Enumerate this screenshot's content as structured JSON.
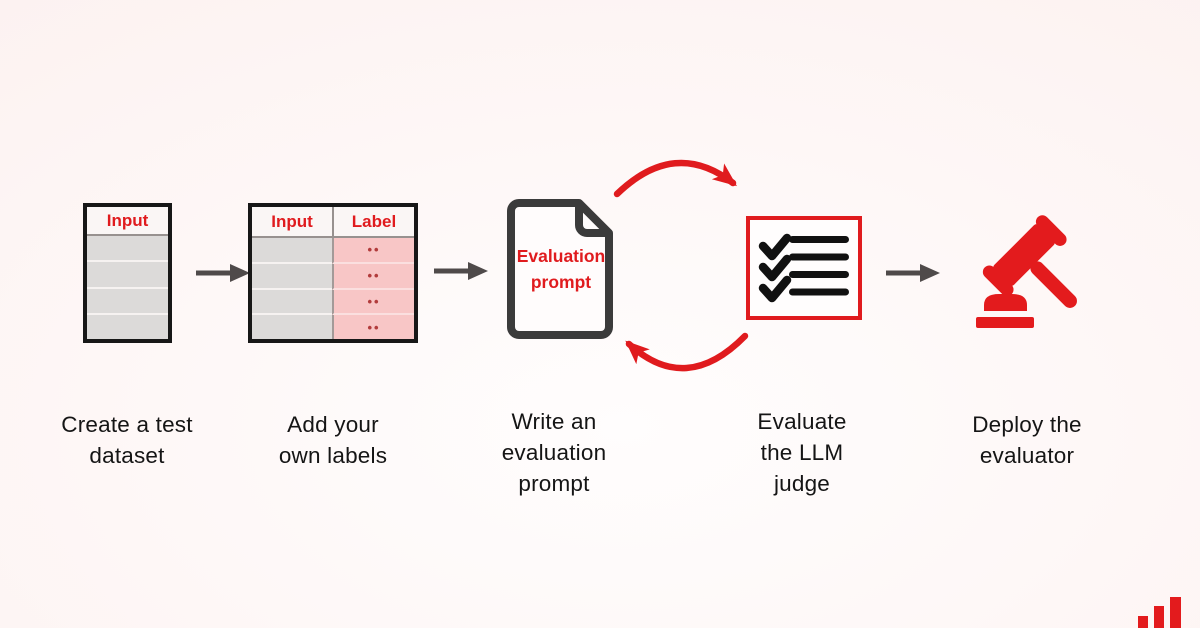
{
  "colors": {
    "accent_red": "#e01b1e",
    "ink_black": "#151515",
    "arrow_gray": "#4f4a4a",
    "cell_gray": "#dcdad9",
    "cell_pink": "#f8c6c6"
  },
  "steps": [
    {
      "id": "create-test-dataset",
      "caption": "Create a test\ndataset",
      "table": {
        "headers": [
          "Input"
        ],
        "row_count": 4
      }
    },
    {
      "id": "add-own-labels",
      "caption": "Add your\nown labels",
      "table": {
        "headers": [
          "Input",
          "Label"
        ],
        "row_count": 4,
        "label_cell_text": "••"
      }
    },
    {
      "id": "write-evaluation-prompt",
      "caption": "Write an\nevaluation\nprompt",
      "document_text": "Evaluation\nprompt"
    },
    {
      "id": "evaluate-llm-judge",
      "caption": "Evaluate\nthe LLM\njudge",
      "icon": "checklist-icon"
    },
    {
      "id": "deploy-evaluator",
      "caption": "Deploy the\nevaluator",
      "icon": "gavel-icon"
    }
  ],
  "icons": {
    "flow_arrow": "arrow-right-icon",
    "iteration": "refresh-cycle-arrows",
    "checklist": "checklist-icon",
    "gavel": "gavel-icon",
    "logo": "bar-chart-logo"
  }
}
